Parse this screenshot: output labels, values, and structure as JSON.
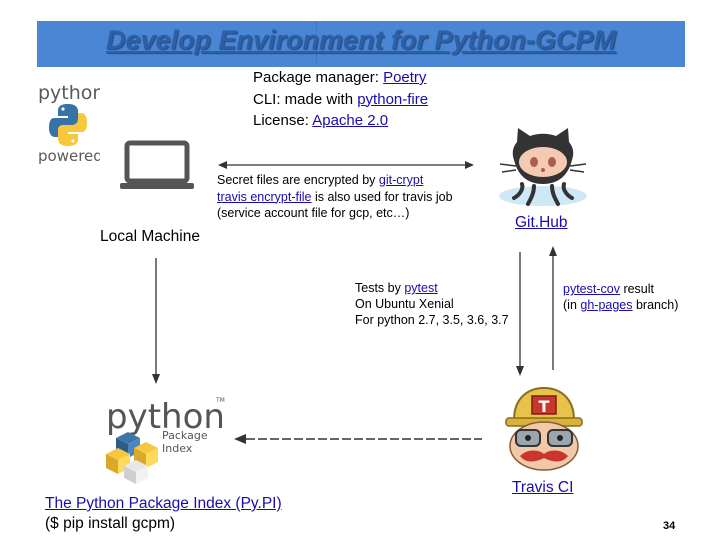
{
  "title": "Develop Environment for Python-GCPM",
  "info": {
    "pm_label": "Package manager: ",
    "pm_link": "Poetry",
    "cli_label": "CLI: made with ",
    "cli_link": "python-fire",
    "license_label": "License: ",
    "license_link": "Apache 2.0"
  },
  "secret": {
    "line1_text": "Secret files are encrypted by ",
    "line1_link": "git-crypt",
    "line2_link": "travis encrypt-file",
    "line2_text": " is also used for travis job",
    "line3": "(service account file for gcp, etc…)"
  },
  "nodes": {
    "local": "Local Machine",
    "github": "Git.Hub",
    "travis": "Travis CI",
    "pypi_link": "The Python Package Index (Py.PI)",
    "pypi_cmd": "($ pip install gcpm)"
  },
  "tests": {
    "line1_text": "Tests by ",
    "line1_link": "pytest",
    "line2": "On Ubuntu Xenial",
    "line3": "For python 2.7, 3.5, 3.6, 3.7"
  },
  "coverage": {
    "line1_link": "pytest-cov",
    "line1_text": " result",
    "line2_pre": "(in ",
    "line2_link": "gh-pages",
    "line2_post": " branch)"
  },
  "logos": {
    "python_powered_top": "python",
    "python_powered_bottom": "powered",
    "pypi_logo_word": "python",
    "pypi_logo_tm": "TM",
    "pypi_logo_sub1": "Package",
    "pypi_logo_sub2": "Index",
    "travis_badge_letter": "T"
  },
  "page_number": "34",
  "colors": {
    "title_bar": "#4a86d4",
    "title_text": "#2b5fa8",
    "link": "#1a0dab",
    "arrow": "#333333",
    "python_blue": "#3872a6",
    "python_yellow": "#f7c83e"
  }
}
